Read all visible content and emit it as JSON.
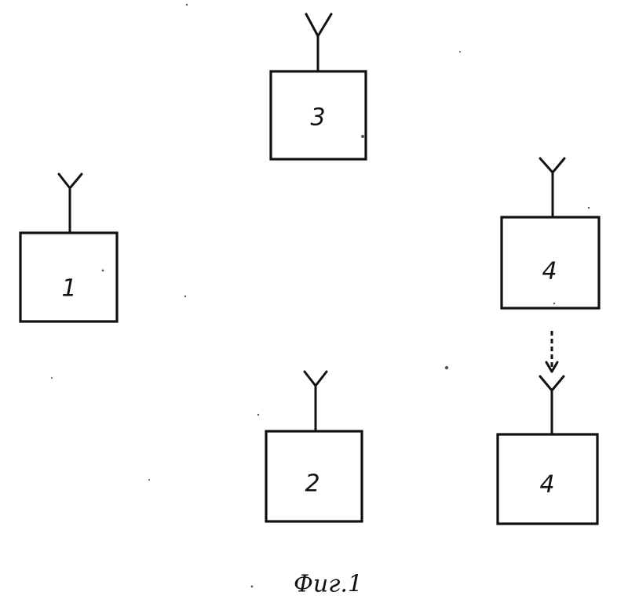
{
  "figure": {
    "caption": "Фиг.1",
    "blocks": [
      {
        "id": "block-1",
        "label": "1"
      },
      {
        "id": "block-2",
        "label": "2"
      },
      {
        "id": "block-3",
        "label": "3"
      },
      {
        "id": "block-4a",
        "label": "4"
      },
      {
        "id": "block-4b",
        "label": "4"
      }
    ]
  },
  "colors": {
    "ink": "#111111",
    "paper": "#ffffff"
  }
}
